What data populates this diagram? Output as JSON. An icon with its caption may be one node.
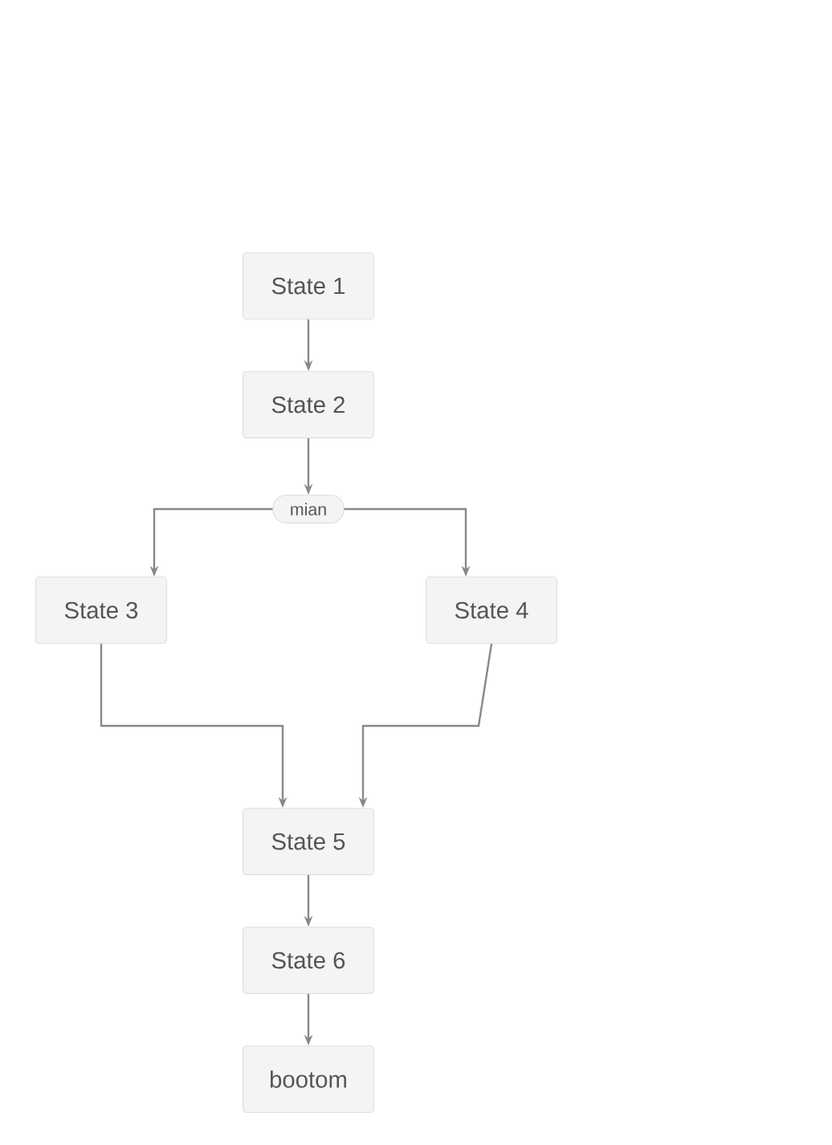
{
  "diagram": {
    "nodes": [
      {
        "text": [
          "State 1"
        ]
      },
      {
        "text": [
          "State 2"
        ]
      },
      {
        "text": [
          "mian"
        ]
      },
      {
        "text": [
          "State 3"
        ]
      },
      {
        "text": [
          "State 4"
        ]
      },
      {
        "text": [
          "State 5"
        ]
      },
      {
        "text": [
          "State 6"
        ]
      },
      {
        "text": [
          "bootom"
        ]
      }
    ],
    "edges": [
      {
        "from": 0,
        "to": 1,
        "arrow": "to"
      },
      {
        "from": 1,
        "to": 2,
        "arrow": "to"
      },
      {
        "from": 2,
        "to": 3,
        "arrow": "to"
      },
      {
        "from": 2,
        "to": 4,
        "arrow": "to"
      },
      {
        "from": 3,
        "to": 5,
        "arrow": "to"
      },
      {
        "from": 4,
        "to": 5,
        "arrow": "to"
      },
      {
        "from": 5,
        "to": 6,
        "arrow": "to"
      },
      {
        "from": 6,
        "to": 7,
        "arrow": "to"
      }
    ]
  }
}
